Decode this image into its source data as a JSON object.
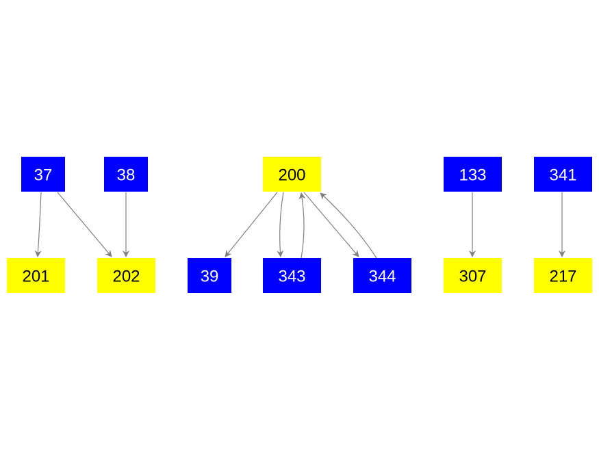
{
  "colors": {
    "blue_fill": "#0000ff",
    "yellow_fill": "#ffff00",
    "blue_text": "#ffffff",
    "yellow_text": "#000000",
    "edge": "#808080"
  },
  "nodes": [
    {
      "id": "n37",
      "label": "37",
      "color": "blue"
    },
    {
      "id": "n38",
      "label": "38",
      "color": "blue"
    },
    {
      "id": "n200",
      "label": "200",
      "color": "yellow"
    },
    {
      "id": "n133",
      "label": "133",
      "color": "blue"
    },
    {
      "id": "n341",
      "label": "341",
      "color": "blue"
    },
    {
      "id": "n201",
      "label": "201",
      "color": "yellow"
    },
    {
      "id": "n202",
      "label": "202",
      "color": "yellow"
    },
    {
      "id": "n39",
      "label": "39",
      "color": "blue"
    },
    {
      "id": "n343",
      "label": "343",
      "color": "blue"
    },
    {
      "id": "n344",
      "label": "344",
      "color": "blue"
    },
    {
      "id": "n307",
      "label": "307",
      "color": "yellow"
    },
    {
      "id": "n217",
      "label": "217",
      "color": "yellow"
    }
  ],
  "edges": [
    {
      "from": "37",
      "to": "201"
    },
    {
      "from": "37",
      "to": "202"
    },
    {
      "from": "38",
      "to": "202"
    },
    {
      "from": "200",
      "to": "39"
    },
    {
      "from": "200",
      "to": "343"
    },
    {
      "from": "343",
      "to": "200"
    },
    {
      "from": "200",
      "to": "344"
    },
    {
      "from": "344",
      "to": "200"
    },
    {
      "from": "133",
      "to": "307"
    },
    {
      "from": "341",
      "to": "217"
    }
  ]
}
